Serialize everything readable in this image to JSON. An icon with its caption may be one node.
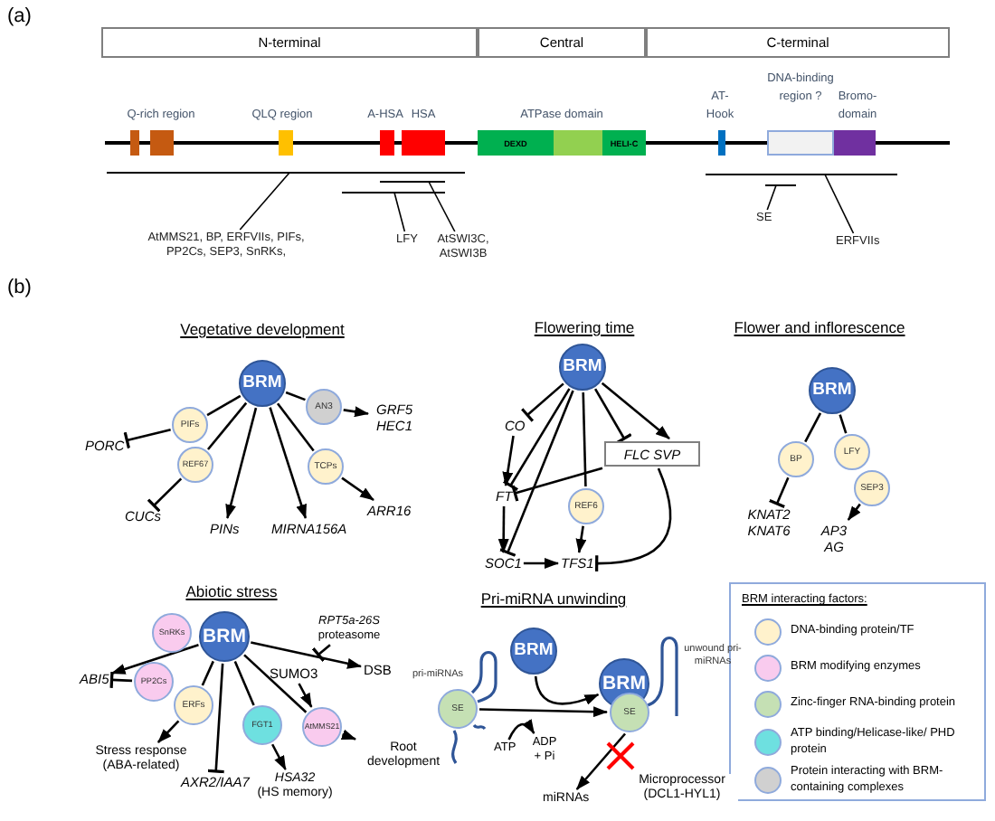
{
  "diagram": {
    "nodes": [
      {
        "text": [
          "N-terminal"
        ]
      },
      {
        "text": [
          "Central"
        ]
      },
      {
        "text": [
          "C-terminal"
        ]
      },
      {
        "text": [
          "Q-rich region"
        ]
      },
      {
        "text": [
          "QLQ region"
        ]
      },
      {
        "text": [
          "A-HSA"
        ]
      },
      {
        "text": [
          "HSA"
        ]
      },
      {
        "text": [
          "ATPase domain"
        ]
      },
      {
        "text": [
          "DEXD"
        ],
        "in": 7
      },
      {
        "text": [
          "HELI-C"
        ],
        "in": 7
      },
      {
        "text": [
          "AT-Hook"
        ]
      },
      {
        "text": [
          "DNA-binding region ?"
        ]
      },
      {
        "text": [
          "Bromo-domain"
        ]
      },
      {
        "text": [],
        "shape": "bar"
      },
      {
        "text": [],
        "shape": "bar"
      },
      {
        "text": [],
        "shape": "bar"
      },
      {
        "text": [],
        "shape": "bar"
      },
      {
        "text": [],
        "shape": "bar"
      },
      {
        "text": [
          "AtMMS21, BP, ERFVIIs, PIFs, PP2Cs, SEP3, SnRKs,"
        ]
      },
      {
        "text": [
          "LFY"
        ]
      },
      {
        "text": [
          "AtSWI3C, AtSWI3B"
        ]
      },
      {
        "text": [
          "SE"
        ]
      },
      {
        "text": [
          "ERFVIIs"
        ]
      },
      {
        "text": [
          "BRM"
        ]
      },
      {
        "text": [
          "AN3"
        ]
      },
      {
        "text": [
          "GRF5 HEC1"
        ]
      },
      {
        "text": [
          "PIFs"
        ]
      },
      {
        "text": [
          "PORC"
        ]
      },
      {
        "text": [
          "REF67"
        ]
      },
      {
        "text": [
          "TCPs"
        ]
      },
      {
        "text": [
          "CUCs"
        ]
      },
      {
        "text": [
          "PINs"
        ]
      },
      {
        "text": [
          "MIRNA156A"
        ]
      },
      {
        "text": [
          "ARR16"
        ]
      },
      {
        "text": [
          "BRM"
        ]
      },
      {
        "text": [
          "CO"
        ]
      },
      {
        "text": [
          "FLC SVP"
        ]
      },
      {
        "text": [
          "FT"
        ]
      },
      {
        "text": [
          "REF6"
        ]
      },
      {
        "text": [
          "SOC1"
        ]
      },
      {
        "text": [
          "TFS1"
        ]
      },
      {
        "text": [
          "BRM"
        ]
      },
      {
        "text": [
          "LFY"
        ]
      },
      {
        "text": [
          "BP"
        ]
      },
      {
        "text": [
          "SEP3"
        ]
      },
      {
        "text": [
          "KNAT2 KNAT6"
        ]
      },
      {
        "text": [
          "AP3 AG"
        ]
      },
      {
        "text": [
          "BRM"
        ]
      },
      {
        "text": [
          "SnRKs"
        ]
      },
      {
        "text": [
          "PP2Cs"
        ]
      },
      {
        "text": [
          "ERFs"
        ]
      },
      {
        "text": [
          "ABI5"
        ]
      },
      {
        "text": [
          "FGT1"
        ]
      },
      {
        "text": [
          "AtMMS21"
        ]
      },
      {
        "text": [
          "Stress response (ABA-related)"
        ]
      },
      {
        "text": [
          "AXR2/IAA7"
        ]
      },
      {
        "text": [
          "HSA32",
          "(HS memory)"
        ]
      },
      {
        "text": [
          "Root development"
        ]
      },
      {
        "text": [
          "SUMO3"
        ]
      },
      {
        "text": [
          "RPT5a-26S",
          "proteasome"
        ]
      },
      {
        "text": [
          "DSB"
        ]
      },
      {
        "text": [
          "BRM"
        ]
      },
      {
        "text": [
          "SE"
        ]
      },
      {
        "text": [
          "BRM"
        ]
      },
      {
        "text": [
          "SE"
        ]
      },
      {
        "text": [
          "ATP"
        ]
      },
      {
        "text": [
          "ADP + Pi"
        ]
      },
      {
        "text": [
          "miRNAs"
        ]
      }
    ],
    "edges": [
      {
        "from": 18,
        "to": 13,
        "arrow": "none"
      },
      {
        "from": 19,
        "to": 14,
        "arrow": "none"
      },
      {
        "from": 20,
        "to": 15,
        "arrow": "none"
      },
      {
        "from": 21,
        "to": 17,
        "arrow": "none"
      },
      {
        "from": 22,
        "to": 16,
        "arrow": "none"
      },
      {
        "from": 23,
        "to": 24,
        "arrow": "none"
      },
      {
        "from": 24,
        "to": 25,
        "arrow": "to"
      },
      {
        "from": 23,
        "to": 26,
        "arrow": "none"
      },
      {
        "from": 26,
        "to": 27,
        "arrow": "other"
      },
      {
        "from": 23,
        "to": 28,
        "arrow": "none"
      },
      {
        "from": 28,
        "to": 30,
        "arrow": "other"
      },
      {
        "from": 23,
        "to": 31,
        "arrow": "to"
      },
      {
        "from": 23,
        "to": 32,
        "arrow": "to"
      },
      {
        "from": 23,
        "to": 29,
        "arrow": "none"
      },
      {
        "from": 29,
        "to": 33,
        "arrow": "to"
      },
      {
        "from": 34,
        "to": 35,
        "arrow": "other"
      },
      {
        "from": 34,
        "to": 37,
        "arrow": "other"
      },
      {
        "from": 34,
        "to": 39,
        "arrow": "other"
      },
      {
        "from": 34,
        "to": 38,
        "arrow": "none"
      },
      {
        "from": 34,
        "to": 36,
        "arrow": "other"
      },
      {
        "from": 34,
        "to": 36,
        "arrow": "to"
      },
      {
        "from": 35,
        "to": 37,
        "arrow": "to"
      },
      {
        "from": 36,
        "to": 37,
        "arrow": "other"
      },
      {
        "from": 37,
        "to": 39,
        "arrow": "to"
      },
      {
        "from": 39,
        "to": 40,
        "arrow": "to"
      },
      {
        "from": 38,
        "to": 40,
        "arrow": "to"
      },
      {
        "from": 36,
        "to": 40,
        "arrow": "other"
      },
      {
        "from": 41,
        "to": 43,
        "arrow": "none"
      },
      {
        "from": 41,
        "to": 42,
        "arrow": "none"
      },
      {
        "from": 43,
        "to": 45,
        "arrow": "other"
      },
      {
        "from": 44,
        "to": 46,
        "arrow": "to"
      },
      {
        "from": 47,
        "to": 51,
        "arrow": "to"
      },
      {
        "from": 49,
        "to": 51,
        "arrow": "other"
      },
      {
        "from": 47,
        "to": 50,
        "arrow": "none"
      },
      {
        "from": 50,
        "to": 54,
        "arrow": "to"
      },
      {
        "from": 47,
        "to": 55,
        "arrow": "other"
      },
      {
        "from": 47,
        "to": 52,
        "arrow": "none"
      },
      {
        "from": 52,
        "to": 56,
        "arrow": "to"
      },
      {
        "from": 47,
        "to": 53,
        "arrow": "none"
      },
      {
        "from": 53,
        "to": 57,
        "arrow": "to"
      },
      {
        "from": 47,
        "to": 60,
        "arrow": "to"
      },
      {
        "from": 58,
        "to": 53,
        "arrow": "to"
      },
      {
        "from": 59,
        "to": null,
        "arrow": "other"
      },
      {
        "from": 62,
        "to": 64,
        "arrow": "to"
      },
      {
        "from": 61,
        "to": 63,
        "arrow": "to"
      },
      {
        "from": 65,
        "to": 66,
        "arrow": "to"
      },
      {
        "from": 64,
        "to": 67,
        "arrow": "to",
        "label": "Microprocessor (DCL1-HYL1)"
      }
    ],
    "labels": [
      "(a)",
      "(b)",
      "Vegetative development",
      "Flowering time",
      "Flower and inflorescence",
      "Abiotic stress",
      "Pri-miRNA unwinding",
      "pri-miRNAs",
      "unwound pri-miRNAs",
      "BRM interacting factors:"
    ],
    "legend": [
      {
        "text": "DNA-binding protein/TF",
        "color": "#fff2cc"
      },
      {
        "text": "BRM modifying enzymes",
        "color": "#f9cbee"
      },
      {
        "text": "Zinc-finger RNA-binding protein",
        "color": "#c5e0b4"
      },
      {
        "text": "ATP binding/Helicase-like/ PHD protein",
        "color": "#6ee0e0"
      },
      {
        "text": "Protein interacting with BRM-containing complexes",
        "color": "#d0d0d0"
      }
    ]
  }
}
